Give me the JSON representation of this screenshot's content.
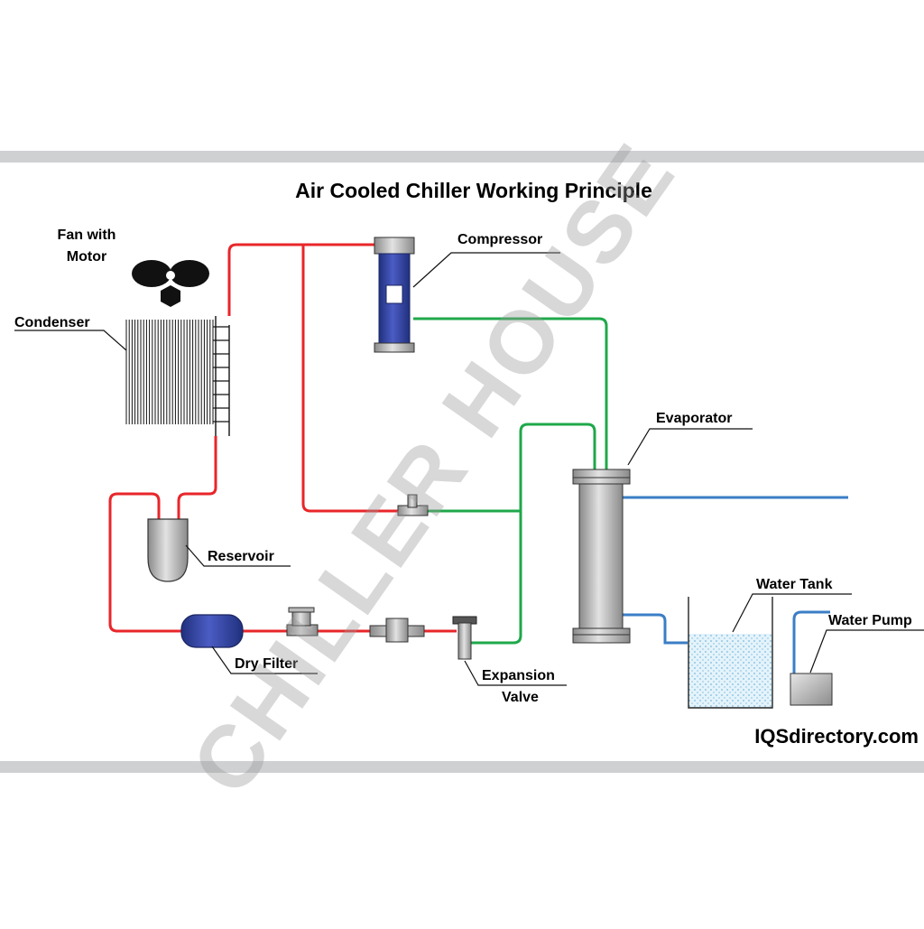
{
  "title": "Air Cooled Chiller Working Principle",
  "labels": {
    "fan": [
      "Fan with",
      "Motor"
    ],
    "condenser": "Condenser",
    "compressor": "Compressor",
    "evaporator": "Evaporator",
    "reservoir": "Reservoir",
    "dry_filter": "Dry Filter",
    "expansion_valve": [
      "Expansion",
      "Valve"
    ],
    "water_tank": "Water Tank",
    "water_pump": "Water Pump"
  },
  "website": "IQSdirectory.com",
  "watermark": "CHILLER HOUSE",
  "colors": {
    "hot_line": "#e8262a",
    "cold_line": "#1fa84a",
    "water_line": "#3a7ec6",
    "compressor_body": "#3a4aa8",
    "band": "#cfd0d2"
  }
}
